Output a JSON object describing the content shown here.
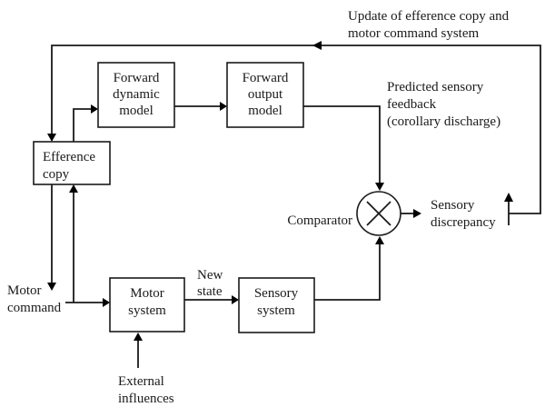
{
  "diagram": {
    "type": "block-diagram",
    "subject": "Forward model / efference copy motor control loop",
    "blocks": {
      "forward_dynamic": [
        "Forward",
        "dynamic",
        "model"
      ],
      "forward_output": [
        "Forward",
        "output",
        "model"
      ],
      "efference_copy": [
        "Efference",
        "copy"
      ],
      "motor_system": [
        "Motor",
        "system"
      ],
      "sensory_system": [
        "Sensory",
        "system"
      ],
      "comparator_symbol": "×"
    },
    "labels": {
      "update": [
        "Update of efference copy and",
        "motor command system"
      ],
      "predicted": [
        "Predicted sensory",
        "feedback",
        "(corollary discharge)"
      ],
      "comparator": "Comparator",
      "discrepancy": [
        "Sensory",
        "discrepancy"
      ],
      "motor_command": [
        "Motor",
        "command"
      ],
      "new_state": [
        "New",
        "state"
      ],
      "external": [
        "External",
        "influences"
      ]
    },
    "connections": [
      {
        "from": "Efference copy",
        "to": "Forward dynamic model"
      },
      {
        "from": "Forward dynamic model",
        "to": "Forward output model"
      },
      {
        "from": "Forward output model",
        "to": "Comparator",
        "label": "Predicted sensory feedback (corollary discharge)"
      },
      {
        "from": "Motor command",
        "to": "Motor system"
      },
      {
        "from": "Motor command",
        "to": "Efference copy"
      },
      {
        "from": "Efference copy",
        "to": "Motor command"
      },
      {
        "from": "Motor system",
        "to": "Sensory system",
        "label": "New state"
      },
      {
        "from": "External influences",
        "to": "Motor system"
      },
      {
        "from": "Sensory system",
        "to": "Comparator"
      },
      {
        "from": "Comparator",
        "to": "Sensory discrepancy"
      },
      {
        "from": "Sensory discrepancy",
        "to": "Efference copy",
        "label": "Update of efference copy and motor command system"
      }
    ],
    "colors": {
      "ink": "#1a1a1a",
      "background": "#ffffff"
    }
  }
}
